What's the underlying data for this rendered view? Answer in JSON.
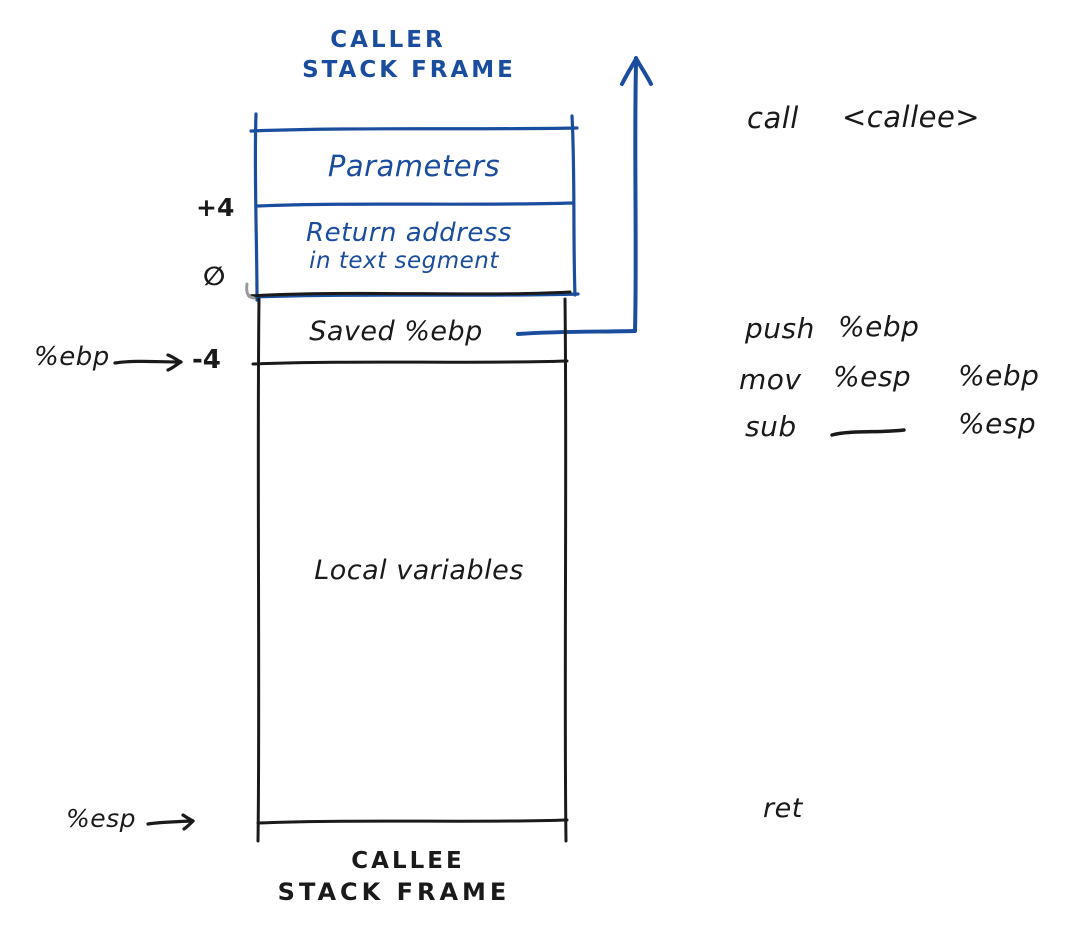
{
  "palette": {
    "ink": "#1a1a1a",
    "blue": "#1b4d9e",
    "pencil_gray": "#9a9a9a"
  },
  "caller_frame": {
    "title_line1": "CALLER",
    "title_line2": "STACK FRAME",
    "parameters_label": "Parameters",
    "return_address_line1": "Return address",
    "return_address_line2": "in text segment"
  },
  "callee_frame": {
    "title_line1": "CALLEE",
    "title_line2": "STACK FRAME",
    "saved_ebp_label": "Saved %ebp",
    "local_variables_label": "Local variables"
  },
  "offset_labels": {
    "plus_four": "+4",
    "zero": "∅",
    "minus_four": "-4"
  },
  "register_pointers": {
    "ebp": "%ebp",
    "esp": "%esp"
  },
  "instructions": {
    "call": {
      "op": "call",
      "operand": "<callee>"
    },
    "push": {
      "op": "push",
      "operand": "%ebp"
    },
    "mov": {
      "op": "mov",
      "src": "%esp",
      "dst": "%ebp"
    },
    "sub": {
      "op": "sub",
      "dst": "%esp"
    },
    "ret": {
      "op": "ret"
    }
  }
}
